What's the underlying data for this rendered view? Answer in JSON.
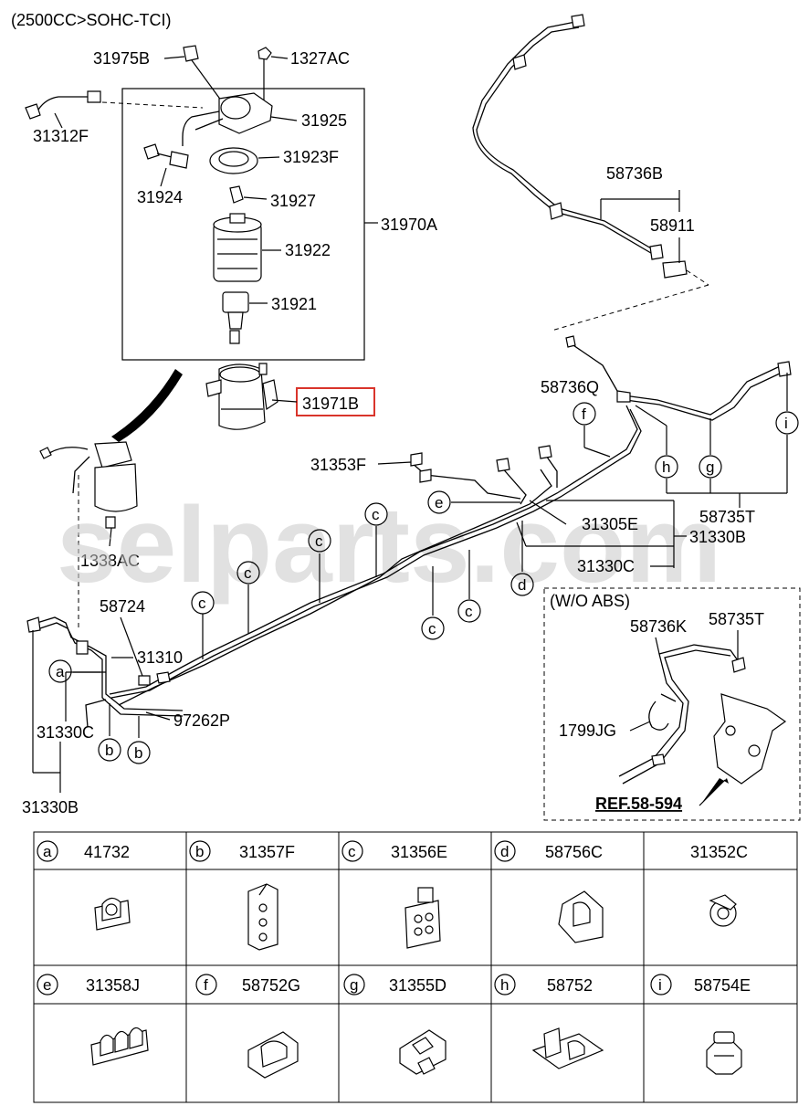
{
  "header": {
    "engine_spec": "(2500CC>SOHC-TCI)"
  },
  "watermark": "selparts.com",
  "part_labels": {
    "p31975B": "31975B",
    "p1327AC": "1327AC",
    "p31312F": "31312F",
    "p31925": "31925",
    "p31923F": "31923F",
    "p31924": "31924",
    "p31927": "31927",
    "p31970A": "31970A",
    "p31922": "31922",
    "p31921": "31921",
    "p31971B": "31971B",
    "p1338AC": "1338AC",
    "p58736B": "58736B",
    "p58911": "58911",
    "p58736Q": "58736Q",
    "p31353F": "31353F",
    "p31305E": "31305E",
    "p31330B_right": "31330B",
    "p31330C_right": "31330C",
    "p58735T": "58735T",
    "p58724": "58724",
    "p31310": "31310",
    "p31330C_left": "31330C",
    "p97262P": "97262P",
    "p31330B_left": "31330B"
  },
  "inset": {
    "title": "(W/O ABS)",
    "p58736K": "58736K",
    "p58735T": "58735T",
    "p1799JG": "1799JG",
    "ref": "REF.58-594"
  },
  "callouts": {
    "a": "a",
    "b": "b",
    "c": "c",
    "d": "d",
    "e": "e",
    "f": "f",
    "g": "g",
    "h": "h",
    "i": "i"
  },
  "legend": [
    {
      "letter": "a",
      "part": "41732"
    },
    {
      "letter": "b",
      "part": "31357F"
    },
    {
      "letter": "c",
      "part": "31356E"
    },
    {
      "letter": "d",
      "part": "58756C"
    },
    {
      "letter": "",
      "part": "31352C"
    },
    {
      "letter": "e",
      "part": "31358J"
    },
    {
      "letter": "f",
      "part": "58752G"
    },
    {
      "letter": "g",
      "part": "31355D"
    },
    {
      "letter": "h",
      "part": "58752"
    },
    {
      "letter": "i",
      "part": "58754E"
    }
  ],
  "colors": {
    "highlight": "#d9342b",
    "watermark": "#c9c9c9"
  }
}
